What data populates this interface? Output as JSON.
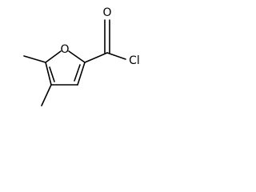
{
  "molecule": {
    "atoms": {
      "ring_oxygen": "O",
      "carbonyl_oxygen": "O",
      "chlorine": "Cl"
    }
  }
}
